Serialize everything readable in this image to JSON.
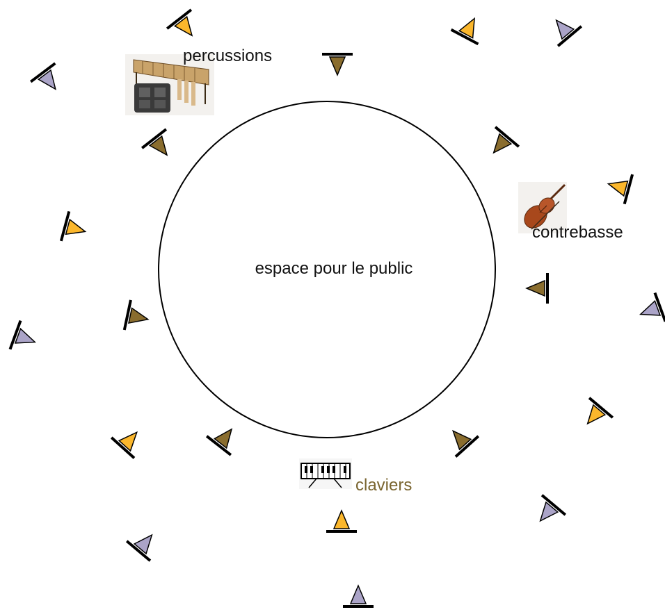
{
  "labels": {
    "center": "espace  pour le public",
    "percussions": "percussions",
    "contrebasse": "contrebasse",
    "claviers": "claviers"
  },
  "colors": {
    "yellow": "#fbb72c",
    "brown": "#8a6d2e",
    "lavender": "#aba4c8",
    "claviers_text": "#7a6530",
    "line": "#000000"
  },
  "icons": {
    "percussions": "marimba-icon",
    "contrebasse": "double-bass-icon",
    "claviers": "keyboard-icon"
  }
}
